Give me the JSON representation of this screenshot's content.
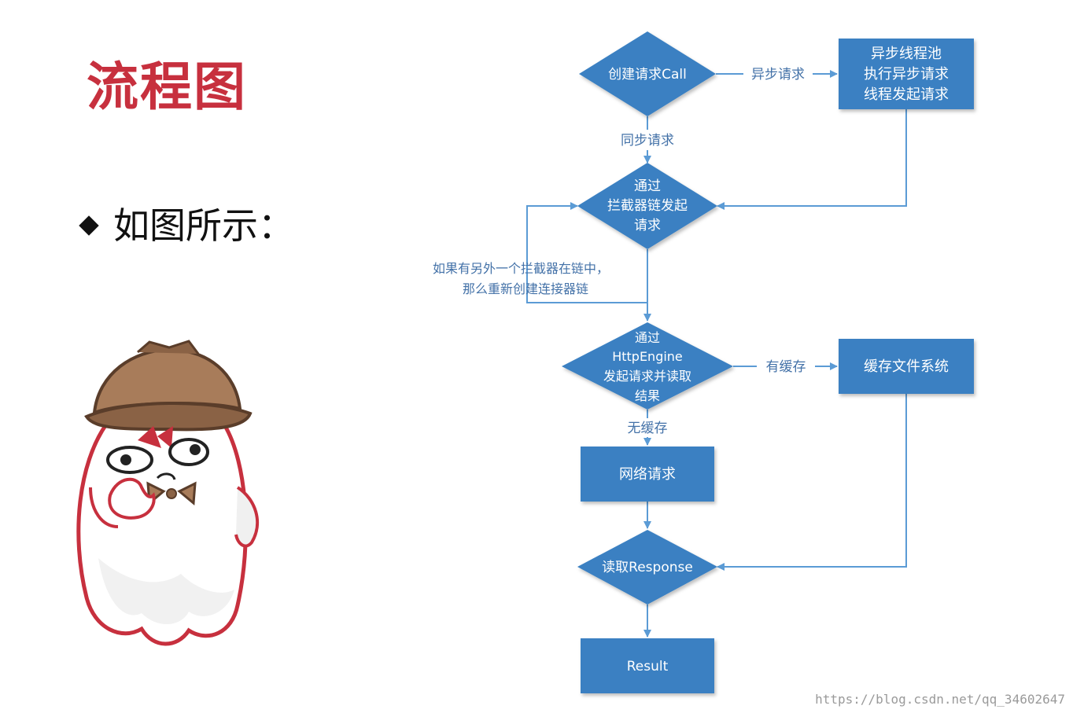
{
  "slide": {
    "title": "流程图",
    "bullet": "如图所示："
  },
  "flow": {
    "create_call": "创建请求Call",
    "async_label": "异步请求",
    "async_pool": [
      "异步线程池",
      "执行异步请求",
      "线程发起请求"
    ],
    "sync_label": "同步请求",
    "interceptor": [
      "通过",
      "拦截器链发起",
      "请求"
    ],
    "loop_note": [
      "如果有另外一个拦截器在链中，",
      "那么重新创建连接器链"
    ],
    "engine": [
      "通过",
      "HttpEngine",
      "发起请求并读取",
      "结果"
    ],
    "has_cache": "有缓存",
    "cache_fs": "缓存文件系统",
    "no_cache": "无缓存",
    "network": "网络请求",
    "read_response": "读取Response",
    "result": "Result"
  },
  "colors": {
    "title": "#c7303e",
    "node": "#3a80c2",
    "node_text": "#ffffff",
    "line": "#5b9bd5",
    "label": "#4472a8"
  },
  "watermark": "https://blog.csdn.net/qq_34602647"
}
